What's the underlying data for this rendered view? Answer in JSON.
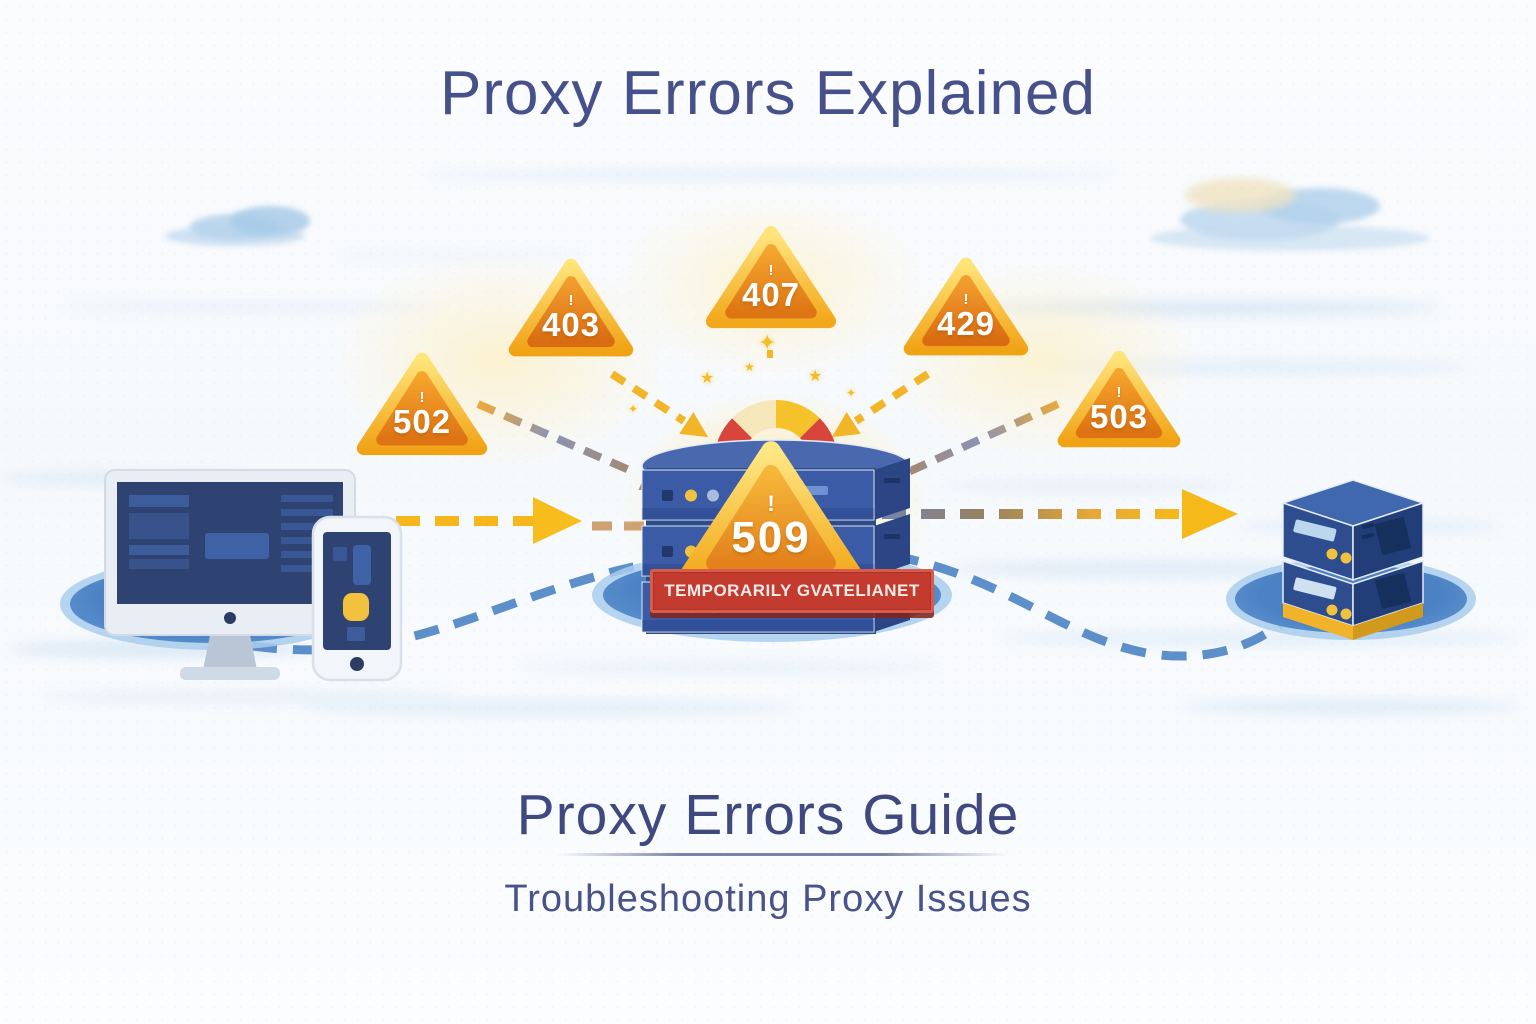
{
  "title": "Proxy Errors Explained",
  "error_badges": [
    {
      "code": "502",
      "mark": "!"
    },
    {
      "code": "403",
      "mark": "!"
    },
    {
      "code": "407",
      "mark": "!"
    },
    {
      "code": "429",
      "mark": "!"
    },
    {
      "code": "503",
      "mark": "!"
    }
  ],
  "central_badge": {
    "code": "509",
    "mark": "!"
  },
  "proxy_server": {
    "status_banner": "TEMPORARILY GVATELIANET"
  },
  "footer": {
    "heading": "Proxy Errors Guide",
    "subheading": "Troubleshooting Proxy Issues"
  },
  "colors": {
    "title_text": "#46508a",
    "footer_text": "#424c82",
    "warning_gold": "#ffd14a",
    "warning_orange": "#e0771a",
    "server_blue": "#3b5ba6",
    "server_dark_blue": "#2b4585",
    "platform_blue": "#4e86c7",
    "banner_red": "#c23b2e",
    "banner_border_red": "#d95c4b",
    "arrow_yellow": "#f6b81d",
    "dash_blue": "#4f86c6",
    "accent_yellow_dot": "#f1c23e",
    "gauge_red": "#d8453a",
    "gauge_yellow": "#f5c22c"
  }
}
